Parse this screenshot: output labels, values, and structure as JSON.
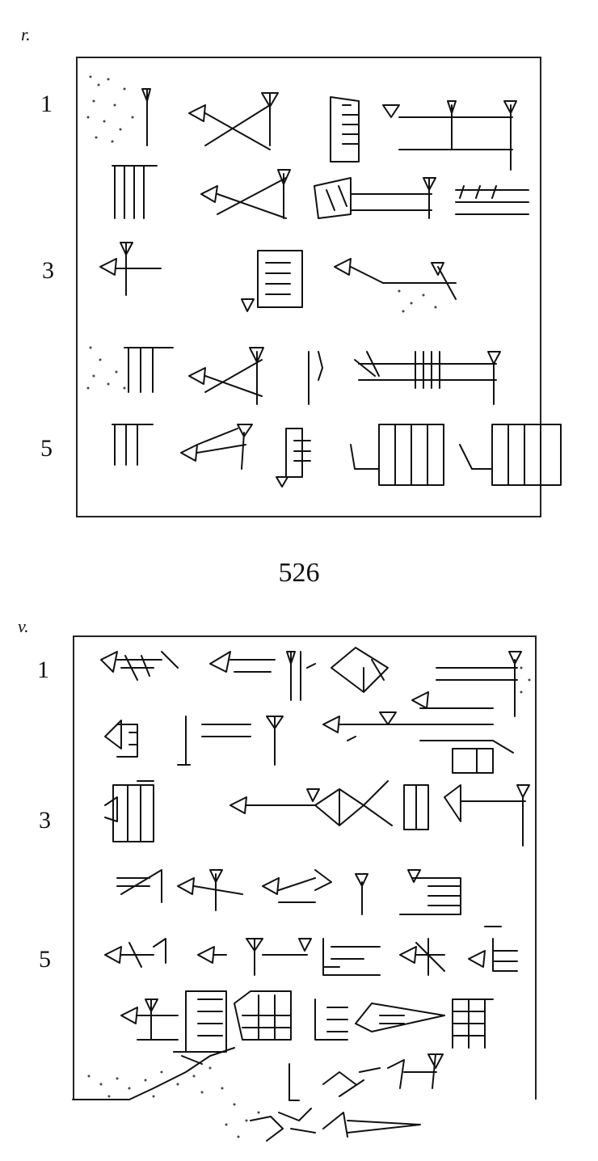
{
  "obverse": {
    "label": "r.",
    "line_numbers": [
      "1",
      "3",
      "5"
    ]
  },
  "catalog_number": "526",
  "reverse": {
    "label": "v.",
    "line_numbers": [
      "1",
      "3",
      "5"
    ]
  }
}
